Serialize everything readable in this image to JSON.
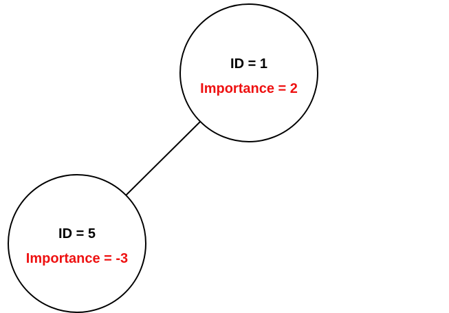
{
  "colors": {
    "node_border": "#000000",
    "id_text": "#000000",
    "importance_text": "#ee1111"
  },
  "nodes": [
    {
      "id_label": "ID = 1",
      "importance_label": "Importance = 2"
    },
    {
      "id_label": "ID = 5",
      "importance_label": "Importance = -3"
    }
  ],
  "edges": [
    {
      "from": "ID = 1",
      "to": "ID = 5"
    }
  ]
}
